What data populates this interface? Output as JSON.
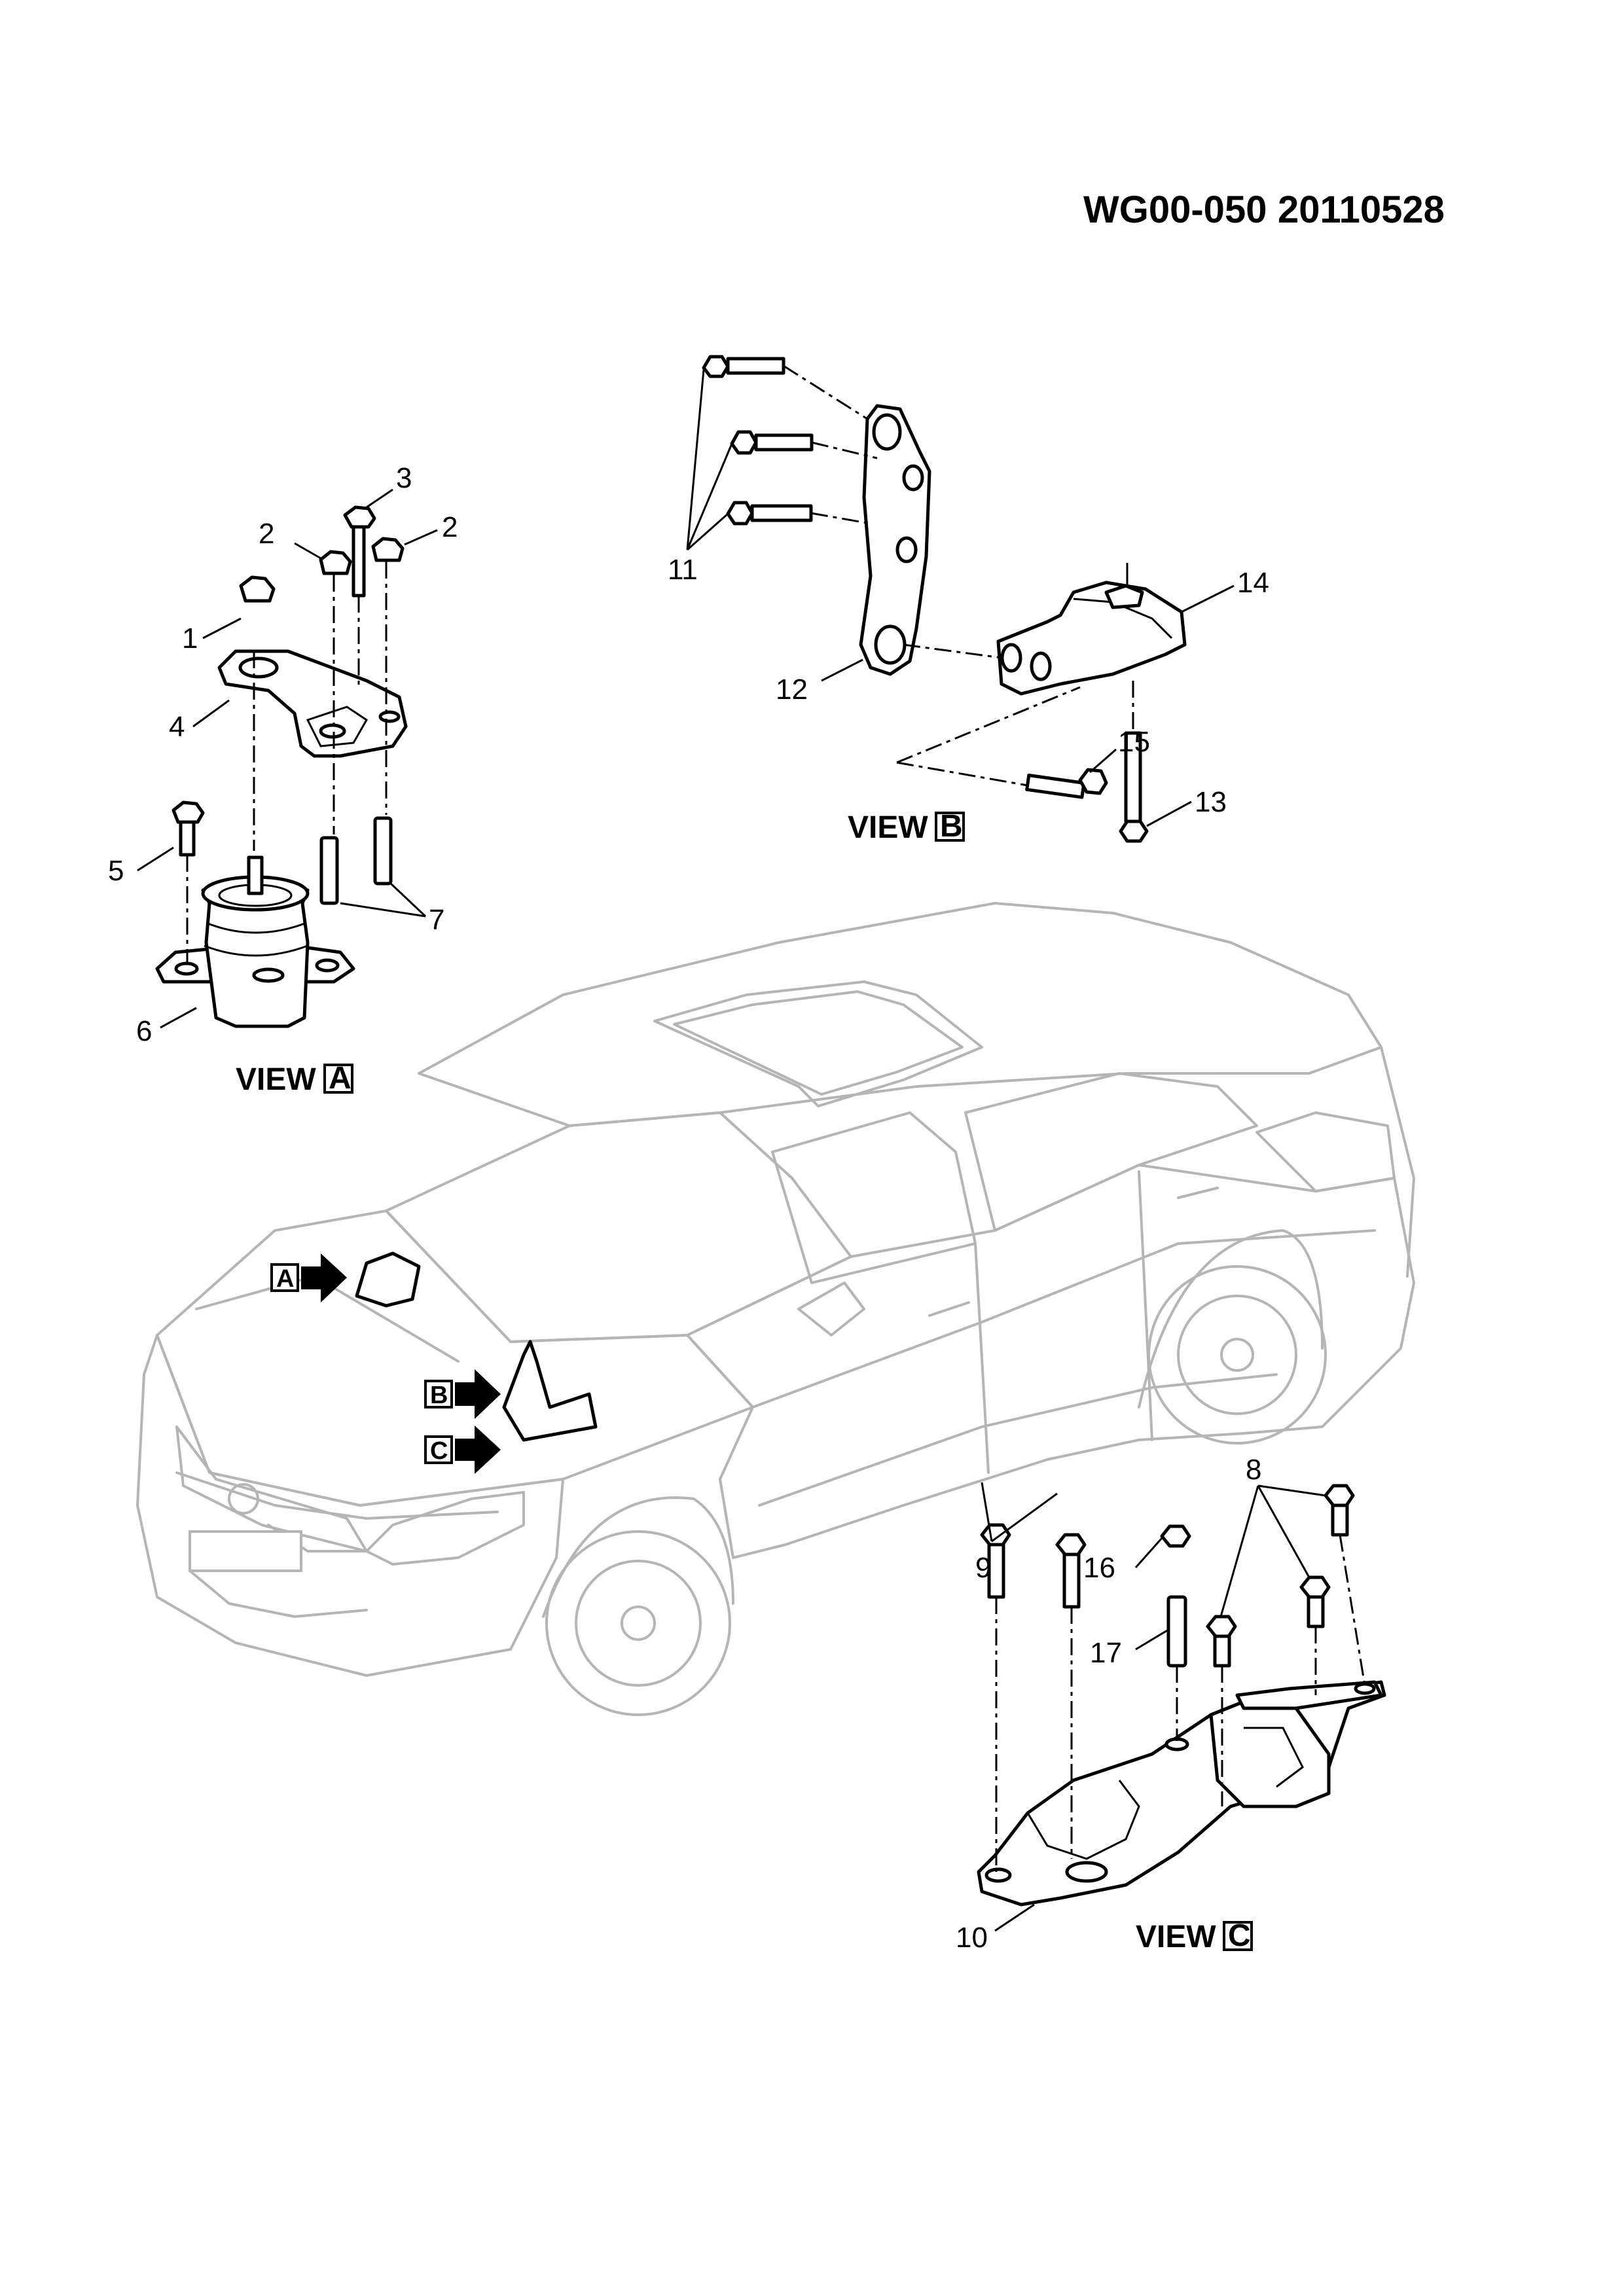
{
  "header": {
    "code": "WG00-050",
    "date": "20110528"
  },
  "views": {
    "a": {
      "word": "VIEW",
      "letter": "A"
    },
    "b": {
      "word": "VIEW",
      "letter": "B"
    },
    "c": {
      "word": "VIEW",
      "letter": "C"
    }
  },
  "callouts": {
    "p1": "1",
    "p2a": "2",
    "p2b": "2",
    "p3": "3",
    "p4": "4",
    "p5": "5",
    "p6": "6",
    "p7": "7",
    "p8": "8",
    "p9": "9",
    "p10": "10",
    "p11": "11",
    "p12": "12",
    "p13": "13",
    "p14": "14",
    "p15": "15",
    "p16": "16",
    "p17": "17"
  },
  "car_markers": {
    "a": "A",
    "b": "B",
    "c": "C"
  }
}
